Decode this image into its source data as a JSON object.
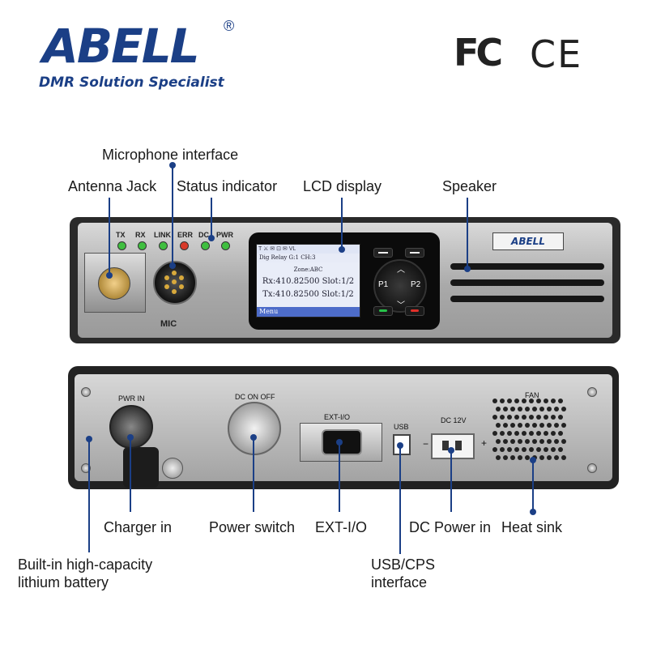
{
  "header": {
    "brand": "ABELL",
    "registered_mark": "®",
    "tagline": "DMR Solution Specialist",
    "cert_marks": [
      "FC",
      "CE"
    ]
  },
  "front_callouts": {
    "microphone_interface": "Microphone interface",
    "antenna_jack": "Antenna Jack",
    "status_indicator": "Status indicator",
    "lcd_display": "LCD display",
    "speaker": "Speaker"
  },
  "front_panel": {
    "led_labels": [
      "TX",
      "RX",
      "LINK",
      "ERR",
      "DC",
      "PWR"
    ],
    "led_colors": [
      "#3fbf3f",
      "#3fbf3f",
      "#3fbf3f",
      "#d83a2a",
      "#3fbf3f",
      "#3fbf3f"
    ],
    "mic_label": "MIC",
    "badge": "ABELL",
    "lcd": {
      "status_bar": "T  ⚔  ✉  ⊡  ✉          VL",
      "line1": "Dig Relay  G:1 CH:3",
      "zone": "Zone:ABC",
      "rx": "Rx:410.82500 Slot:1/2",
      "tx": "Tx:410.82500 Slot:1/2",
      "menu": "Menu"
    },
    "keys": {
      "p1": "P1",
      "p2": "P2"
    }
  },
  "rear_panel": {
    "pwr_in": "PWR IN",
    "dc_on_off": "DC ON OFF",
    "ext_io": "EXT-I/O",
    "usb": "USB",
    "dc_12v": "DC 12V",
    "dc_minus": "−",
    "dc_plus": "+",
    "fan": "FAN"
  },
  "rear_callouts": {
    "charger_in": "Charger in",
    "power_switch": "Power switch",
    "ext_io": "EXT-I/O",
    "dc_power_in": "DC Power in",
    "heat_sink": "Heat sink",
    "battery": "Built-in high-capacity\nlithium battery",
    "usb_cps": "USB/CPS\ninterface"
  },
  "colors": {
    "accent": "#1b3f86"
  }
}
